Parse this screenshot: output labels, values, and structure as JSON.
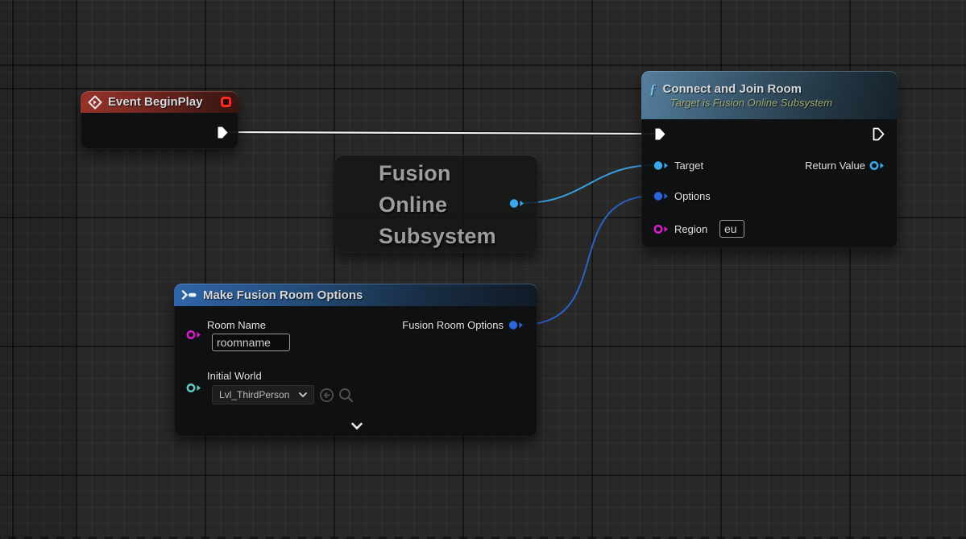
{
  "graph": {
    "nodes": {
      "event_begin_play": {
        "title": "Event BeginPlay"
      },
      "fusion_online_subsystem": {
        "line1": "Fusion",
        "line2": "Online",
        "line3": "Subsystem"
      },
      "make_fusion_room_options": {
        "title": "Make Fusion Room Options",
        "room_name_label": "Room Name",
        "room_name_value": "roomname",
        "initial_world_label": "Initial World",
        "initial_world_value": "Lvl_ThirdPerson",
        "output_label": "Fusion Room Options"
      },
      "connect_and_join_room": {
        "title": "Connect and Join Room",
        "subtitle": "Target is Fusion Online Subsystem",
        "target_label": "Target",
        "options_label": "Options",
        "region_label": "Region",
        "region_value": "eu",
        "return_label": "Return Value"
      }
    },
    "icons": {
      "function_glyph": "ƒ"
    },
    "colors": {
      "exec_pin": "#ffffff",
      "object_pin": "#3BA7EC",
      "struct_pin": "#2966DA",
      "string_pin": "#DB1CCB",
      "soft_object_pin": "#5FC9BE",
      "exec_wire": "#F2F2F2",
      "object_wire": "#3A9FE0",
      "struct_wire": "#2B62C6"
    }
  }
}
